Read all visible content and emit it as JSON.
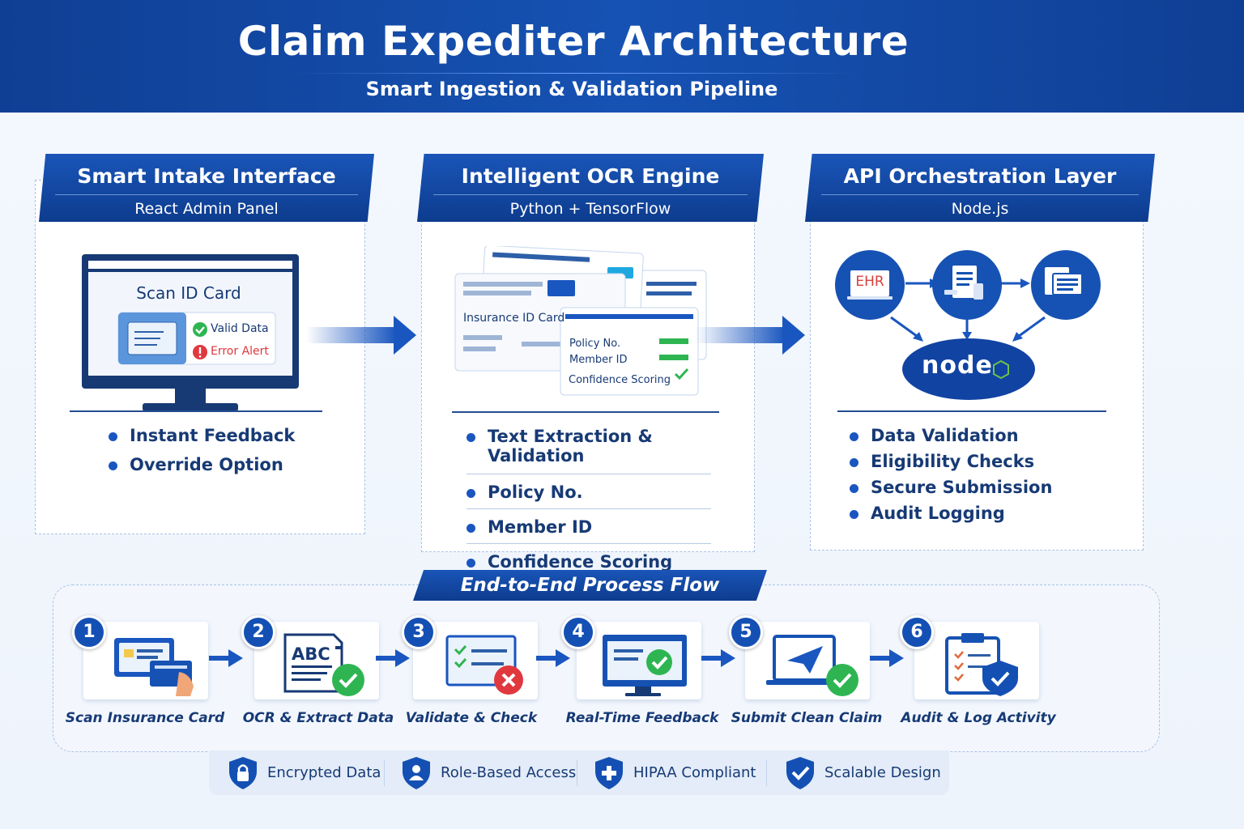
{
  "header": {
    "title": "Claim Expediter Architecture",
    "subtitle": "Smart Ingestion & Validation Pipeline"
  },
  "columns": [
    {
      "title": "Smart Intake Interface",
      "subtitle": "React Admin Panel",
      "screen_title": "Scan ID Card",
      "valid_label": "Valid Data",
      "error_label": "Error Alert",
      "bullets": [
        "Instant Feedback",
        "Override Option"
      ]
    },
    {
      "title": "Intelligent OCR Engine",
      "subtitle": "Python + TensorFlow",
      "card_title": "Insurance ID Card",
      "policy_label": "Policy No.",
      "member_label": "Member ID",
      "confidence_label": "Confidence Scoring",
      "bullets": [
        "Text Extraction & Validation",
        "Policy No.",
        "Member ID",
        "Confidence Scoring"
      ]
    },
    {
      "title": "API Orchestration Layer",
      "subtitle": "Node.js",
      "ehr_label": "EHR",
      "node_logo": "node",
      "bullets": [
        "Data Validation",
        "Eligibility Checks",
        "Secure Submission",
        "Audit Logging"
      ]
    }
  ],
  "flow": {
    "title": "End-to-End Process Flow",
    "steps": [
      {
        "num": "1",
        "label": "Scan Insurance Card",
        "icon": "card-scan-icon"
      },
      {
        "num": "2",
        "label": "OCR & Extract Data",
        "icon": "ocr-document-icon",
        "doc_text": "ABC"
      },
      {
        "num": "3",
        "label": "Validate & Check",
        "icon": "checklist-error-icon"
      },
      {
        "num": "4",
        "label": "Real-Time Feedback",
        "icon": "monitor-check-icon"
      },
      {
        "num": "5",
        "label": "Submit Clean Claim",
        "icon": "laptop-send-icon"
      },
      {
        "num": "6",
        "label": "Audit & Log Activity",
        "icon": "clipboard-shield-icon"
      }
    ]
  },
  "badges": [
    {
      "label": "Encrypted Data",
      "icon": "lock-shield-icon"
    },
    {
      "label": "Role-Based Access",
      "icon": "user-shield-icon"
    },
    {
      "label": "HIPAA Compliant",
      "icon": "medical-shield-icon"
    },
    {
      "label": "Scalable Design",
      "icon": "check-shield-icon"
    }
  ],
  "colors": {
    "primary": "#1450b4",
    "dark": "#0d3c8e",
    "success": "#2eb552",
    "error": "#e0383e"
  }
}
